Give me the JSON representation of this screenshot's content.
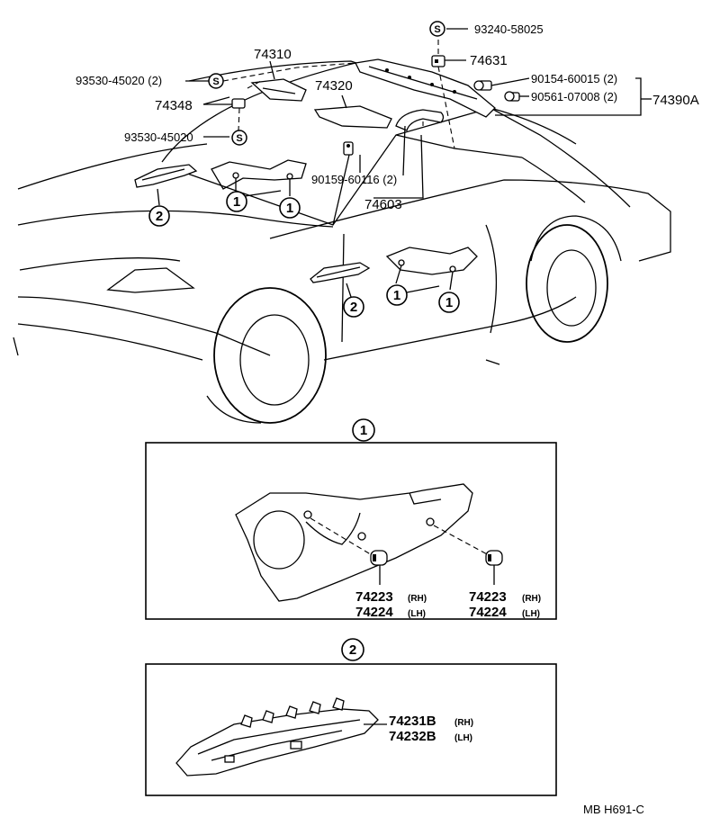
{
  "labels": {
    "p93240": "93240-58025",
    "p74631": "74631",
    "p74310": "74310",
    "p93530a": "93530-45020 (2)",
    "p74348": "74348",
    "p74320": "74320",
    "p90154": "90154-60015 (2)",
    "p90561": "90561-07008 (2)",
    "p74390": "74390A",
    "p93530b": "93530-45020",
    "p90159": "90159-60116 (2)",
    "p74603": "74603"
  },
  "callouts": {
    "one": "1",
    "two": "2",
    "s": "S"
  },
  "detail1": {
    "a_rh_num": "74223",
    "a_rh_side": "(RH)",
    "a_lh_num": "74224",
    "a_lh_side": "(LH)",
    "b_rh_num": "74223",
    "b_rh_side": "(RH)",
    "b_lh_num": "74224",
    "b_lh_side": "(LH)"
  },
  "detail2": {
    "rh_num": "74231B",
    "rh_side": "(RH)",
    "lh_num": "74232B",
    "lh_side": "(LH)"
  },
  "footer": {
    "code": "MB  H691-C"
  }
}
